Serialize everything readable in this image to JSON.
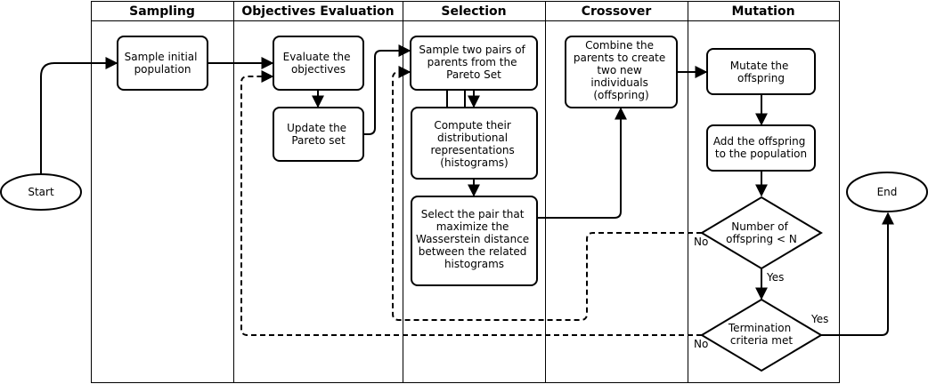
{
  "swimlanes": [
    {
      "id": "sampling",
      "title": "Sampling"
    },
    {
      "id": "objectives",
      "title": "Objectives Evaluation"
    },
    {
      "id": "selection",
      "title": "Selection"
    },
    {
      "id": "crossover",
      "title": "Crossover"
    },
    {
      "id": "mutation",
      "title": "Mutation"
    }
  ],
  "nodes": {
    "start": {
      "lines": [
        "Start"
      ]
    },
    "end": {
      "lines": [
        "End"
      ]
    },
    "sample_pop": {
      "lines": [
        "Sample initial",
        "population"
      ]
    },
    "evaluate": {
      "lines": [
        "Evaluate the",
        "objectives"
      ]
    },
    "update": {
      "lines": [
        "Update the",
        "Pareto set"
      ]
    },
    "sample_pairs": {
      "lines": [
        "Sample two pairs of",
        "parents from the",
        "Pareto Set"
      ]
    },
    "compute": {
      "lines": [
        "Compute their",
        "distributional",
        "representations",
        "(histograms)"
      ]
    },
    "select_pair": {
      "lines": [
        "Select the pair that",
        "maximize the",
        "Wasserstein distance",
        "between the related",
        "histograms"
      ]
    },
    "combine": {
      "lines": [
        "Combine the",
        "parents to create",
        "two new",
        "individuals",
        "(offspring)"
      ]
    },
    "mutate": {
      "lines": [
        "Mutate the",
        "offspring"
      ]
    },
    "add": {
      "lines": [
        "Add the offspring",
        "to the population"
      ]
    },
    "decision_n": {
      "lines": [
        "Number of",
        "offspring < N"
      ]
    },
    "decision_term": {
      "lines": [
        "Termination",
        "criteria met"
      ]
    }
  },
  "edge_labels": {
    "n_no": "No",
    "n_yes": "Yes",
    "term_yes": "Yes",
    "term_no": "No"
  }
}
